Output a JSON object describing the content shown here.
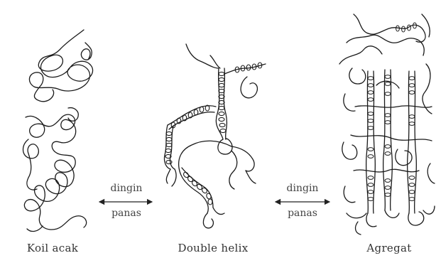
{
  "labels": {
    "random_coil": "Koil acak",
    "double_helix": "Double helix",
    "aggregate": "Agregat"
  },
  "arrow_left": {
    "top": "dingin",
    "bottom": "panas"
  },
  "arrow_right": {
    "top": "dingin",
    "bottom": "panas"
  }
}
